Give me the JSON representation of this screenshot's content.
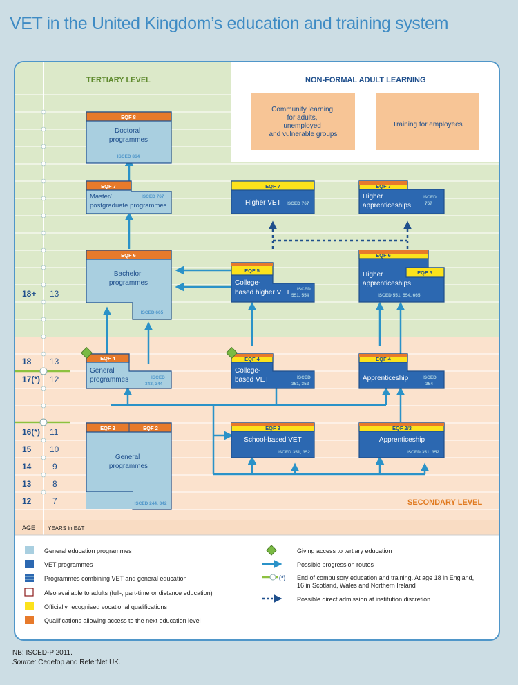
{
  "title": "VET in the United Kingdom’s education and training system",
  "levels": {
    "tertiary": "TERTIARY LEVEL",
    "nonformal": "NON-FORMAL ADULT LEARNING",
    "secondary": "SECONDARY LEVEL"
  },
  "nonformal_boxes": {
    "community": [
      "Community learning",
      "for adults,",
      "unemployed",
      "and vulnerable groups"
    ],
    "employees": "Training for employees"
  },
  "axis": {
    "age_label": "AGE",
    "years_label": "YEARS in E&T",
    "rows": [
      {
        "age": "18+",
        "years": "13"
      },
      {
        "age": "18",
        "years": "13"
      },
      {
        "age": "17(*)",
        "years": "12"
      },
      {
        "age": "16(*)",
        "years": "11"
      },
      {
        "age": "15",
        "years": "10"
      },
      {
        "age": "14",
        "years": "9"
      },
      {
        "age": "13",
        "years": "8"
      },
      {
        "age": "12",
        "years": "7"
      }
    ]
  },
  "boxes": {
    "doctoral": {
      "eqf": "EQF 8",
      "name": [
        "Doctoral",
        "programmes"
      ],
      "isced": "ISCED 864"
    },
    "master": {
      "eqf": "EQF 7",
      "name": [
        "Master/",
        "postgraduate programmes"
      ],
      "isced": [
        "ISCED 767"
      ]
    },
    "higher_vet": {
      "eqf": "EQF 7",
      "name": [
        "Higher VET"
      ],
      "isced": [
        "ISCED 767"
      ]
    },
    "higher_app_7": {
      "eqf": "EQF 7",
      "name": [
        "Higher",
        "apprenticeships"
      ],
      "isced": [
        "ISCED",
        "767"
      ]
    },
    "bachelor": {
      "eqf": "EQF 6",
      "name": [
        "Bachelor",
        "programmes"
      ],
      "isced": "ISCED 665"
    },
    "college_higher": {
      "eqf": "EQF 5",
      "name": [
        "College-",
        "based higher VET"
      ],
      "isced": [
        "ISCED",
        "551, 554"
      ]
    },
    "higher_app_6": {
      "eqf": "EQF 6",
      "eqf2": "EQF 5",
      "name": [
        "Higher",
        "apprenticeships"
      ],
      "isced": "ISCED 551, 554, 665"
    },
    "general_4": {
      "eqf": "EQF 4",
      "name": [
        "General",
        "programmes"
      ],
      "isced": [
        "ISCED",
        "343, 344"
      ]
    },
    "college_vet": {
      "eqf": "EQF 4",
      "name": [
        "College-",
        "based VET"
      ],
      "isced": [
        "ISCED",
        "351, 352"
      ]
    },
    "apprenticeship_4": {
      "eqf": "EQF 4",
      "name": [
        "Apprenticeship"
      ],
      "isced": [
        "ISCED",
        "354"
      ]
    },
    "general_low": {
      "eqf": "EQF 3",
      "eqf2": "EQF 2",
      "name": [
        "General",
        "programmes"
      ],
      "isced": "ISCED 244, 342"
    },
    "school_vet": {
      "eqf": "EQF 3",
      "name": [
        "School-based VET"
      ],
      "isced": "ISCED 351, 352"
    },
    "apprenticeship_23": {
      "eqf": "EQF 2/3",
      "name": [
        "Apprenticeship"
      ],
      "isced": "ISCED 351, 352"
    }
  },
  "legend": {
    "left": [
      "General education programmes",
      "VET programmes",
      "Programmes combining VET and general education",
      "Also available to adults (full-, part-time or distance education)",
      "Officially recognised vocational qualifications",
      "Qualifications allowing access to the next education level"
    ],
    "right": [
      [
        "Giving access to tertiary education"
      ],
      [
        "Possible progression routes"
      ],
      [
        "End of compulsory education and training. At age 18 in England,",
        "16 in Scotland, Wales and Northern Ireland"
      ],
      [
        "Possible direct admission at institution discretion"
      ]
    ],
    "compulsory_marker": "(*)"
  },
  "colors": {
    "general": "#a9cfe0",
    "vet": "#2c68b1",
    "eqf_orange": "#e77a2b",
    "eqf_yellow": "#fce21c",
    "tertiary_bg": "#dce9c9",
    "secondary_bg": "#fbe2cd",
    "nonformal_box": "#f7c596",
    "arrow": "#2a92c8",
    "green_line": "#8dc13f",
    "diamond": "#7aba43"
  },
  "footnotes": {
    "nb": "NB: ISCED-P 2011.",
    "source_label": "Source:",
    "source_text": " Cedefop and ReferNet UK."
  }
}
